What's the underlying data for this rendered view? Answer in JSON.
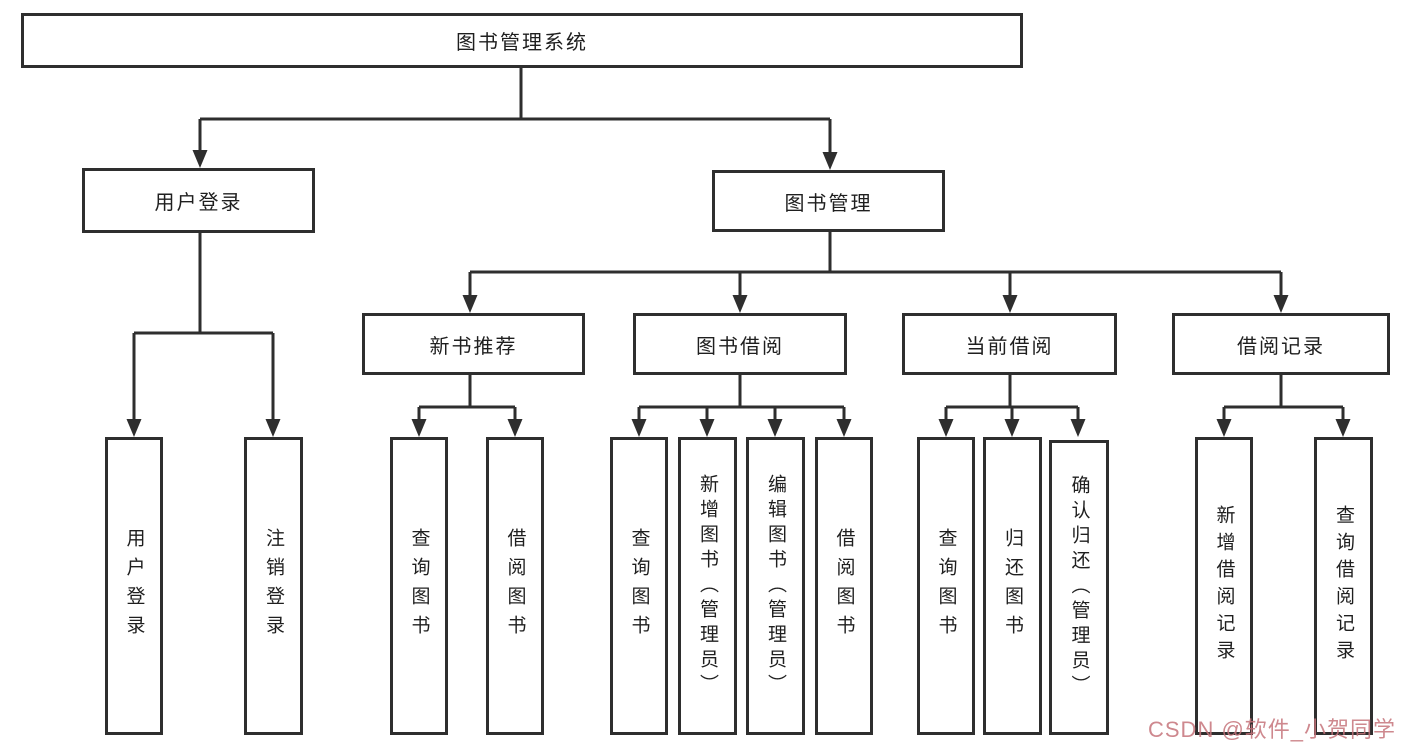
{
  "diagram": {
    "root": {
      "label": "图书管理系统"
    },
    "level2": {
      "user_login": {
        "label": "用户登录"
      },
      "book_management": {
        "label": "图书管理"
      }
    },
    "level3": {
      "new_book_recommend": {
        "label": "新书推荐"
      },
      "book_borrow": {
        "label": "图书借阅"
      },
      "current_borrow": {
        "label": "当前借阅"
      },
      "borrow_records": {
        "label": "借阅记录"
      }
    },
    "leaves": {
      "user_login_leaf": {
        "label": "用户登录"
      },
      "logout": {
        "label": "注销登录"
      },
      "nb_query_book": {
        "label": "查询图书"
      },
      "nb_borrow_book": {
        "label": "借阅图书"
      },
      "bb_query_book": {
        "label": "查询图书"
      },
      "bb_add_book": {
        "label": "新增图书（管理员）"
      },
      "bb_edit_book": {
        "label": "编辑图书（管理员）"
      },
      "bb_borrow_book": {
        "label": "借阅图书"
      },
      "cb_query_book": {
        "label": "查询图书"
      },
      "cb_return_book": {
        "label": "归还图书"
      },
      "cb_confirm_return": {
        "label": "确认归还（管理员）"
      },
      "br_add_record": {
        "label": "新增借阅记录"
      },
      "br_query_record": {
        "label": "查询借阅记录"
      }
    },
    "line_color": "#2e2e2e"
  },
  "watermark": {
    "text": "CSDN @软件_小贺同学"
  }
}
